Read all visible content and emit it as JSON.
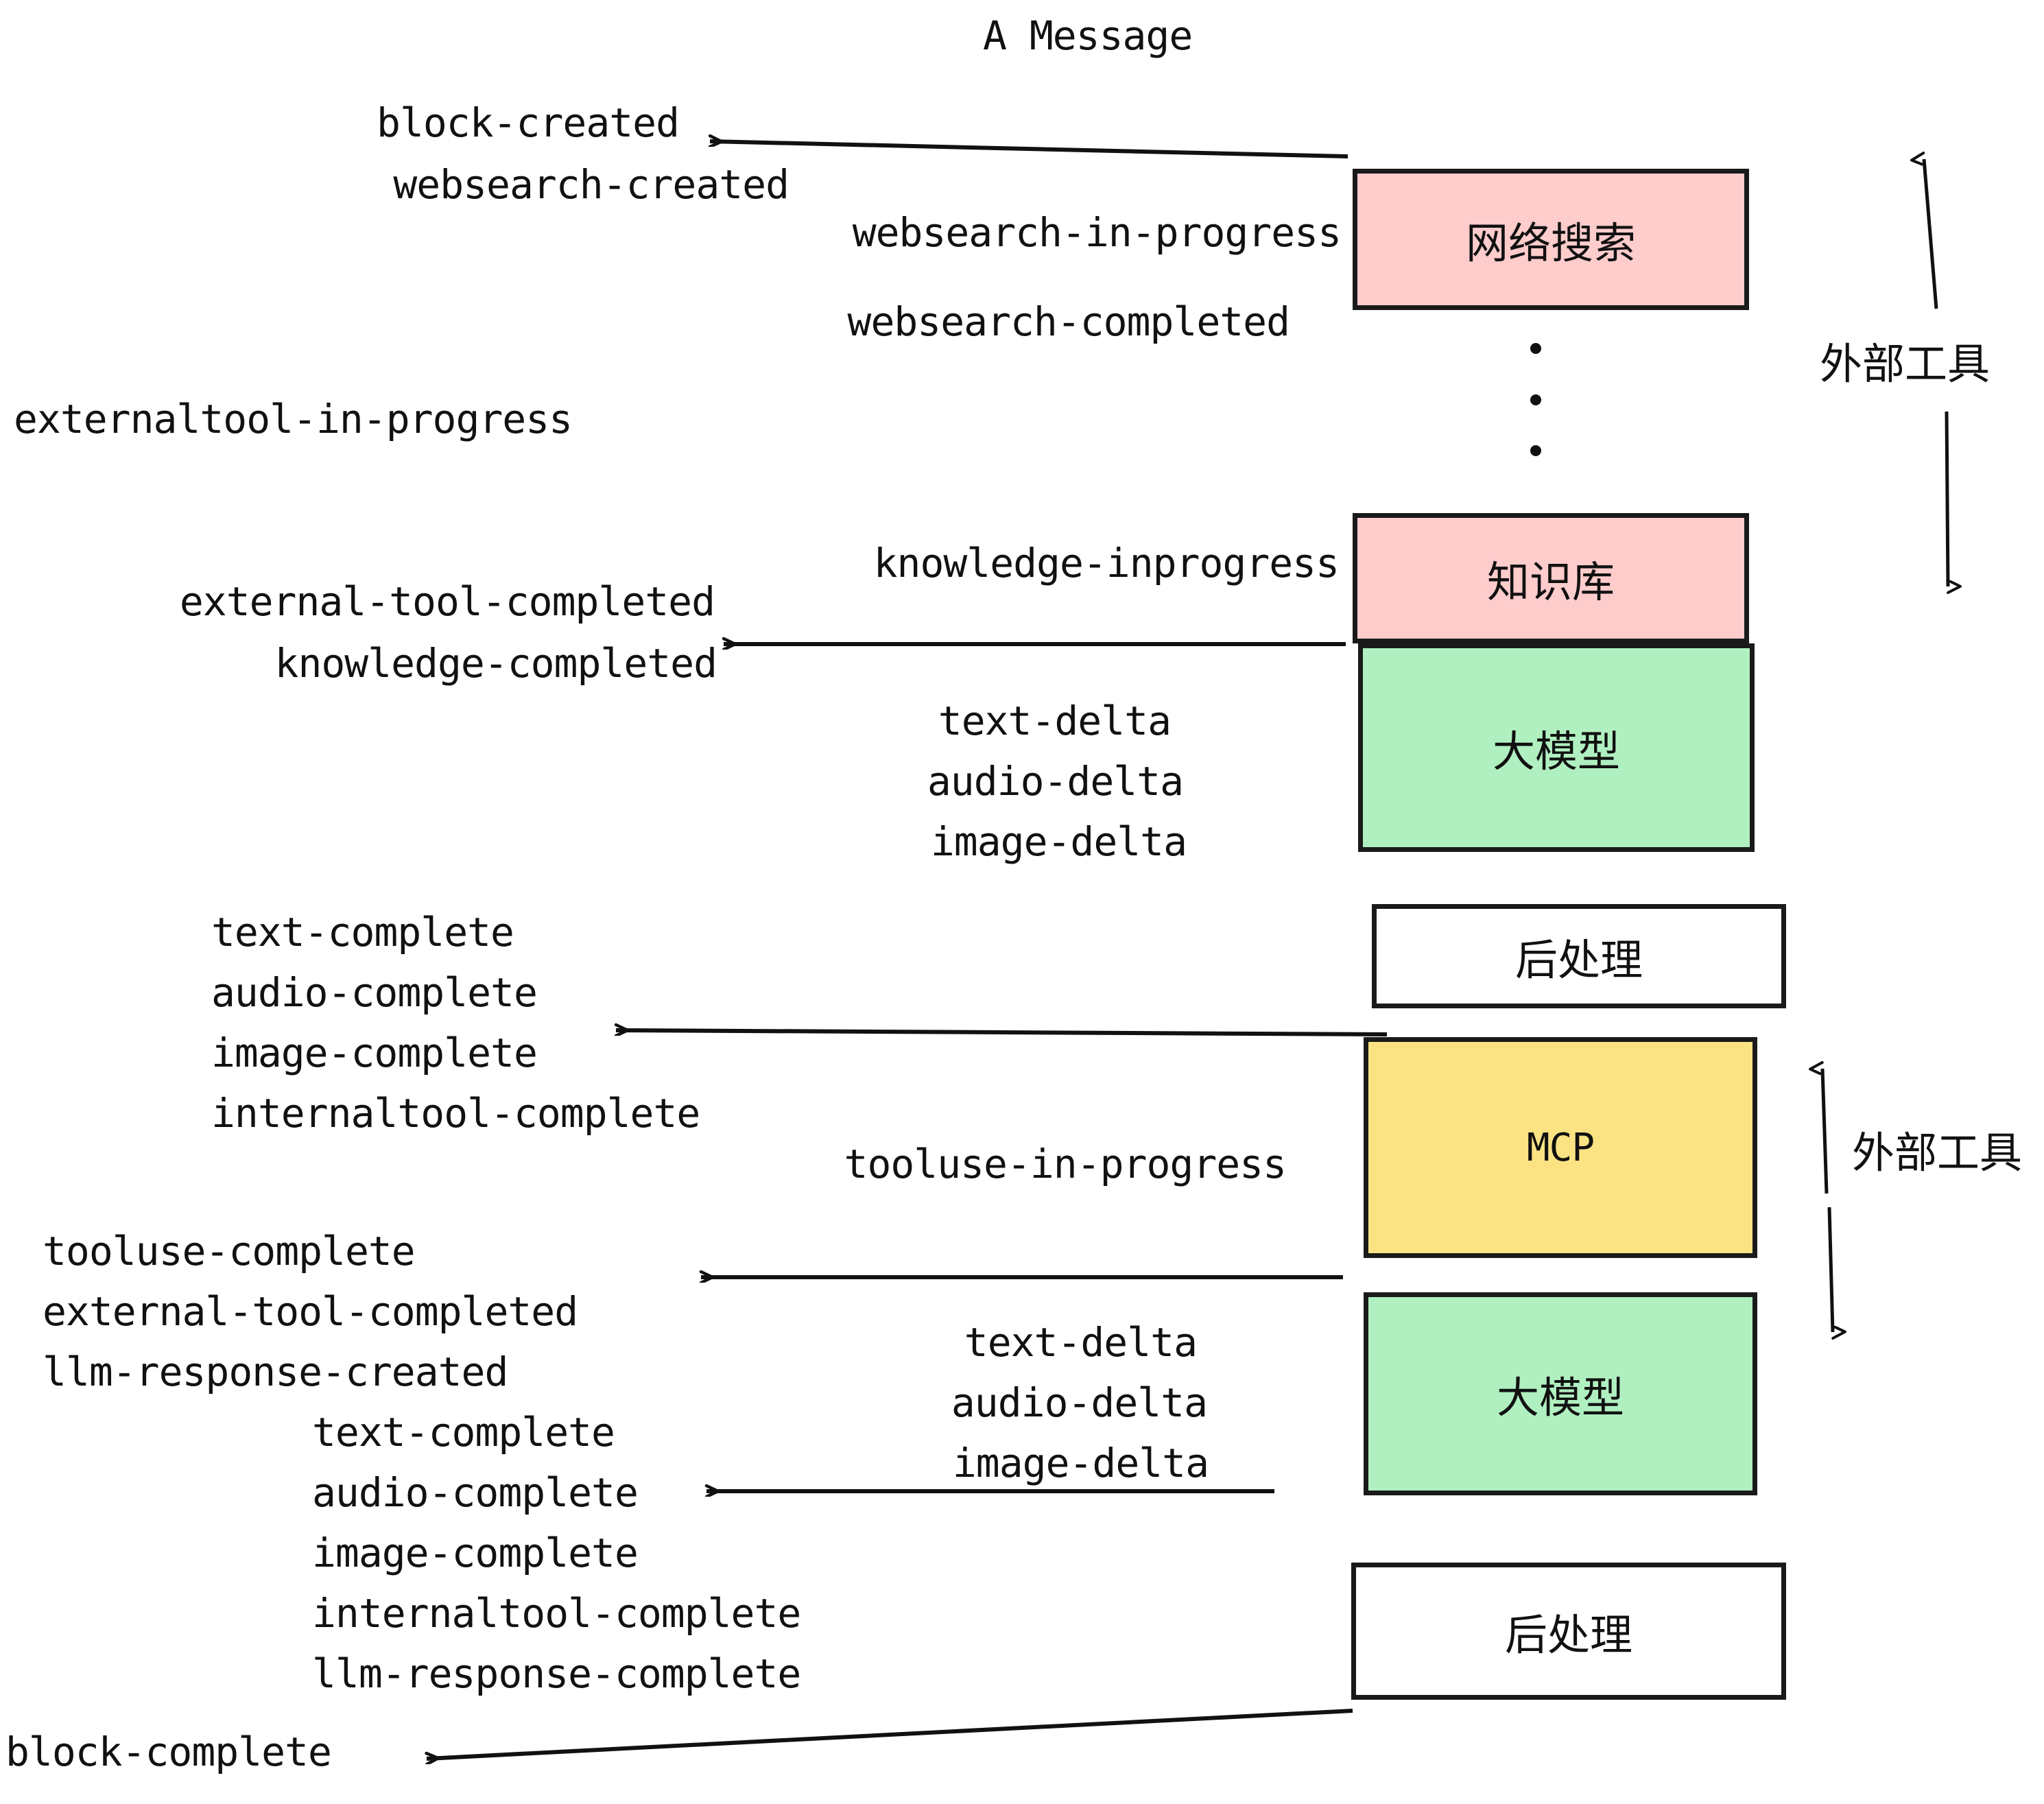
{
  "diagram": {
    "title": "A Message",
    "colors": {
      "pink": "#ffcccc",
      "green": "#b0f0c0",
      "yellow": "#fbe384",
      "white": "#ffffff",
      "stroke": "#1a1a1a",
      "background": "#ffffff"
    },
    "nodes": [
      {
        "id": "websearch",
        "label": "网络搜索",
        "fill": "pink"
      },
      {
        "id": "knowledge",
        "label": "知识库",
        "fill": "pink"
      },
      {
        "id": "llm-top",
        "label": "大模型",
        "fill": "green"
      },
      {
        "id": "post-top",
        "label": "后处理",
        "fill": "white"
      },
      {
        "id": "mcp",
        "label": "MCP",
        "fill": "yellow"
      },
      {
        "id": "llm-bottom",
        "label": "大模型",
        "fill": "green"
      },
      {
        "id": "post-bottom",
        "label": "后处理",
        "fill": "white"
      }
    ],
    "side_labels": [
      {
        "id": "external-tool-top",
        "text": "外部工具"
      },
      {
        "id": "external-tool-bottom",
        "text": "外部工具"
      }
    ],
    "ellipsis": "⋮",
    "events": [
      {
        "id": "e01",
        "text": "block-created"
      },
      {
        "id": "e02",
        "text": "websearch-created"
      },
      {
        "id": "e03",
        "text": "websearch-in-progress"
      },
      {
        "id": "e04",
        "text": "websearch-completed"
      },
      {
        "id": "e05",
        "text": "externaltool-in-progress"
      },
      {
        "id": "e06",
        "text": "knowledge-inprogress"
      },
      {
        "id": "e07",
        "text": "external-tool-completed"
      },
      {
        "id": "e08",
        "text": "knowledge-completed"
      },
      {
        "id": "e09",
        "text": "text-delta"
      },
      {
        "id": "e10",
        "text": "audio-delta"
      },
      {
        "id": "e11",
        "text": "image-delta"
      },
      {
        "id": "e12",
        "text": "text-complete"
      },
      {
        "id": "e13",
        "text": "audio-complete"
      },
      {
        "id": "e14",
        "text": "image-complete"
      },
      {
        "id": "e15",
        "text": "internaltool-complete"
      },
      {
        "id": "e16",
        "text": "tooluse-in-progress"
      },
      {
        "id": "e17",
        "text": "tooluse-complete"
      },
      {
        "id": "e18",
        "text": "external-tool-completed"
      },
      {
        "id": "e19",
        "text": "llm-response-created"
      },
      {
        "id": "e20",
        "text": "text-delta"
      },
      {
        "id": "e21",
        "text": "audio-delta"
      },
      {
        "id": "e22",
        "text": "image-delta"
      },
      {
        "id": "e23",
        "text": "text-complete"
      },
      {
        "id": "e24",
        "text": "audio-complete"
      },
      {
        "id": "e25",
        "text": "image-complete"
      },
      {
        "id": "e26",
        "text": "internaltool-complete"
      },
      {
        "id": "e27",
        "text": "llm-response-complete"
      },
      {
        "id": "e28",
        "text": "block-complete"
      }
    ]
  }
}
